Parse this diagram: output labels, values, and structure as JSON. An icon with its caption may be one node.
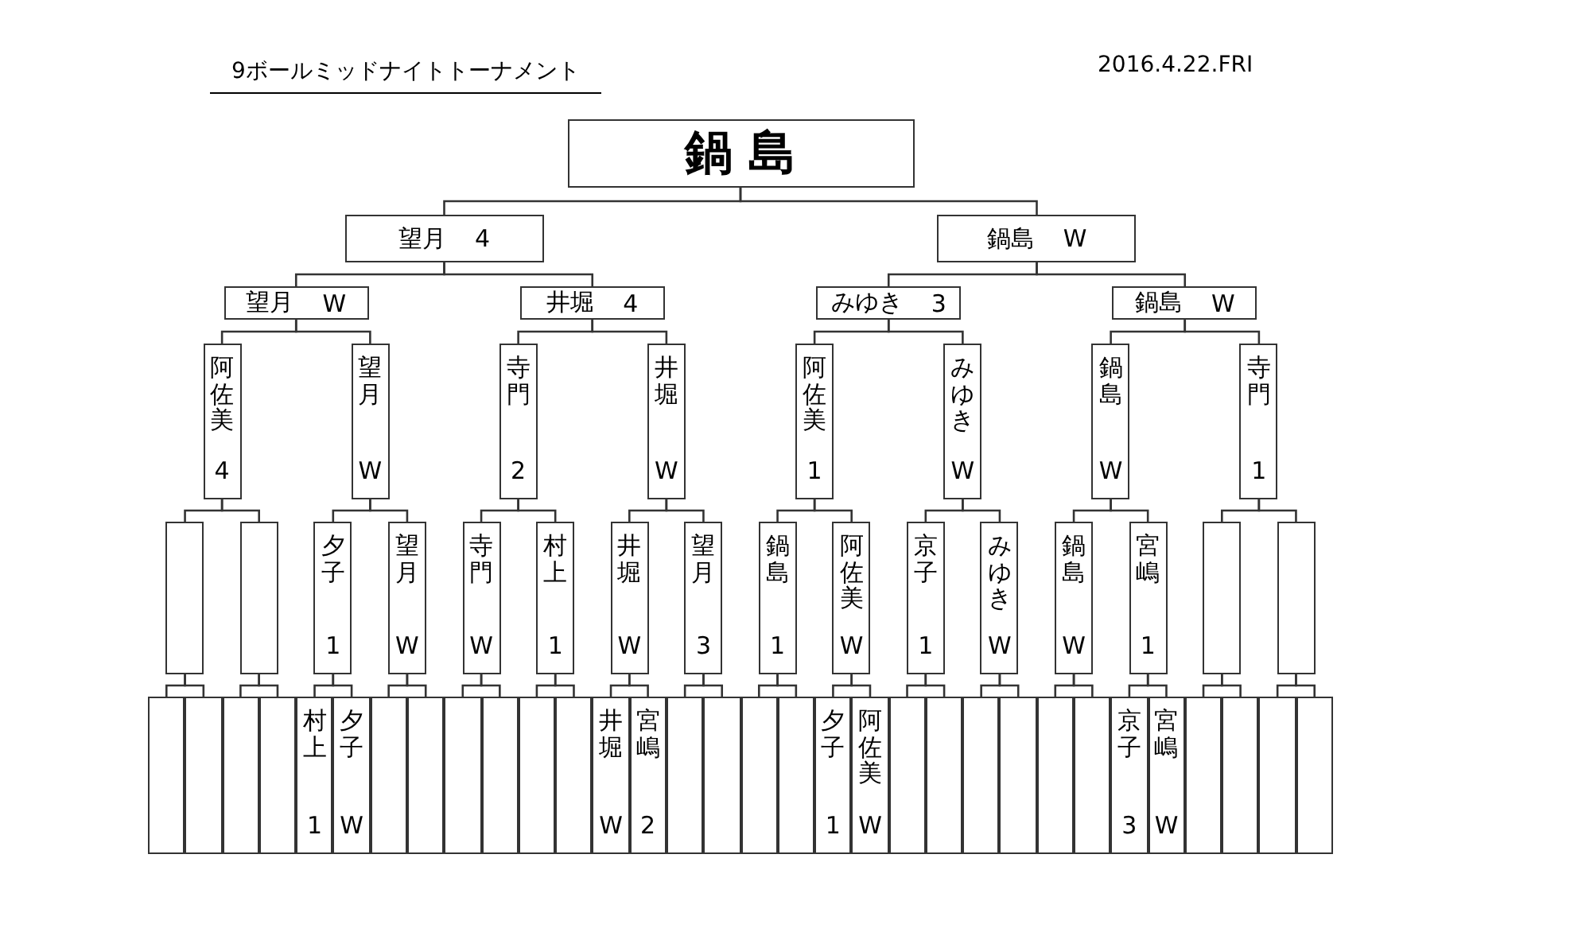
{
  "diagram": {
    "title": "9ボールミッドナイトトーナメント",
    "labels": [
      "2016.4.22.FRI"
    ],
    "nodes": [
      {
        "text": [
          "鍋 島"
        ]
      },
      {
        "text": [
          "望月",
          "4"
        ]
      },
      {
        "text": [
          "鍋島",
          "W"
        ]
      },
      {
        "text": [
          "望月",
          "W"
        ]
      },
      {
        "text": [
          "井堀",
          "4"
        ]
      },
      {
        "text": [
          "みゆき",
          "3"
        ]
      },
      {
        "text": [
          "鍋島",
          "W"
        ]
      },
      {
        "text": [
          "阿佐美",
          "4"
        ]
      },
      {
        "text": [
          "望月",
          "W"
        ]
      },
      {
        "text": [
          "寺門",
          "2"
        ]
      },
      {
        "text": [
          "井堀",
          "W"
        ]
      },
      {
        "text": [
          "阿佐美",
          "1"
        ]
      },
      {
        "text": [
          "みゆき",
          "W"
        ]
      },
      {
        "text": [
          "鍋島",
          "W"
        ]
      },
      {
        "text": [
          "寺門",
          "1"
        ]
      },
      {
        "text": [],
        "shape": "box"
      },
      {
        "text": [],
        "shape": "box"
      },
      {
        "text": [
          "夕子",
          "1"
        ]
      },
      {
        "text": [
          "望月",
          "W"
        ]
      },
      {
        "text": [
          "寺門",
          "W"
        ]
      },
      {
        "text": [
          "村上",
          "1"
        ]
      },
      {
        "text": [
          "井堀",
          "W"
        ]
      },
      {
        "text": [
          "望月",
          "3"
        ]
      },
      {
        "text": [
          "鍋島",
          "1"
        ]
      },
      {
        "text": [
          "阿佐美",
          "W"
        ]
      },
      {
        "text": [
          "京子",
          "1"
        ]
      },
      {
        "text": [
          "みゆき",
          "W"
        ]
      },
      {
        "text": [
          "鍋島",
          "W"
        ]
      },
      {
        "text": [
          "宮嶋",
          "1"
        ]
      },
      {
        "text": [],
        "shape": "box"
      },
      {
        "text": [],
        "shape": "box"
      },
      {
        "text": [],
        "shape": "box"
      },
      {
        "text": [],
        "shape": "box"
      },
      {
        "text": [],
        "shape": "box"
      },
      {
        "text": [],
        "shape": "box"
      },
      {
        "text": [
          "村上",
          "1"
        ]
      },
      {
        "text": [
          "夕子",
          "W"
        ]
      },
      {
        "text": [],
        "shape": "box"
      },
      {
        "text": [],
        "shape": "box"
      },
      {
        "text": [],
        "shape": "box"
      },
      {
        "text": [],
        "shape": "box"
      },
      {
        "text": [],
        "shape": "box"
      },
      {
        "text": [],
        "shape": "box"
      },
      {
        "text": [
          "井堀",
          "W"
        ]
      },
      {
        "text": [
          "宮嶋",
          "2"
        ]
      },
      {
        "text": [],
        "shape": "box"
      },
      {
        "text": [],
        "shape": "box"
      },
      {
        "text": [],
        "shape": "box"
      },
      {
        "text": [],
        "shape": "box"
      },
      {
        "text": [
          "夕子",
          "1"
        ]
      },
      {
        "text": [
          "阿佐美",
          "W"
        ]
      },
      {
        "text": [],
        "shape": "box"
      },
      {
        "text": [],
        "shape": "box"
      },
      {
        "text": [],
        "shape": "box"
      },
      {
        "text": [],
        "shape": "box"
      },
      {
        "text": [],
        "shape": "box"
      },
      {
        "text": [],
        "shape": "box"
      },
      {
        "text": [
          "京子",
          "3"
        ]
      },
      {
        "text": [
          "宮嶋",
          "W"
        ]
      },
      {
        "text": [],
        "shape": "box"
      },
      {
        "text": [],
        "shape": "box"
      },
      {
        "text": [],
        "shape": "box"
      },
      {
        "text": [],
        "shape": "box"
      }
    ],
    "edges": [
      {
        "from": 1,
        "to": 0,
        "arrow": "none"
      },
      {
        "from": 2,
        "to": 0,
        "arrow": "none"
      },
      {
        "from": 3,
        "to": 1,
        "arrow": "none"
      },
      {
        "from": 4,
        "to": 1,
        "arrow": "none"
      },
      {
        "from": 5,
        "to": 2,
        "arrow": "none"
      },
      {
        "from": 6,
        "to": 2,
        "arrow": "none"
      },
      {
        "from": 7,
        "to": 3,
        "arrow": "none"
      },
      {
        "from": 8,
        "to": 3,
        "arrow": "none"
      },
      {
        "from": 9,
        "to": 4,
        "arrow": "none"
      },
      {
        "from": 10,
        "to": 4,
        "arrow": "none"
      },
      {
        "from": 11,
        "to": 5,
        "arrow": "none"
      },
      {
        "from": 12,
        "to": 5,
        "arrow": "none"
      },
      {
        "from": 13,
        "to": 6,
        "arrow": "none"
      },
      {
        "from": 14,
        "to": 6,
        "arrow": "none"
      },
      {
        "from": 15,
        "to": 7,
        "arrow": "none"
      },
      {
        "from": 16,
        "to": 7,
        "arrow": "none"
      },
      {
        "from": 17,
        "to": 8,
        "arrow": "none"
      },
      {
        "from": 18,
        "to": 8,
        "arrow": "none"
      },
      {
        "from": 19,
        "to": 9,
        "arrow": "none"
      },
      {
        "from": 20,
        "to": 9,
        "arrow": "none"
      },
      {
        "from": 21,
        "to": 10,
        "arrow": "none"
      },
      {
        "from": 22,
        "to": 10,
        "arrow": "none"
      },
      {
        "from": 23,
        "to": 11,
        "arrow": "none"
      },
      {
        "from": 24,
        "to": 11,
        "arrow": "none"
      },
      {
        "from": 25,
        "to": 12,
        "arrow": "none"
      },
      {
        "from": 26,
        "to": 12,
        "arrow": "none"
      },
      {
        "from": 27,
        "to": 13,
        "arrow": "none"
      },
      {
        "from": 28,
        "to": 13,
        "arrow": "none"
      },
      {
        "from": 29,
        "to": 14,
        "arrow": "none"
      },
      {
        "from": 30,
        "to": 14,
        "arrow": "none"
      },
      {
        "from": 31,
        "to": 15,
        "arrow": "none"
      },
      {
        "from": 32,
        "to": 15,
        "arrow": "none"
      },
      {
        "from": 33,
        "to": 16,
        "arrow": "none"
      },
      {
        "from": 34,
        "to": 16,
        "arrow": "none"
      },
      {
        "from": 35,
        "to": 17,
        "arrow": "none"
      },
      {
        "from": 36,
        "to": 17,
        "arrow": "none"
      },
      {
        "from": 37,
        "to": 18,
        "arrow": "none"
      },
      {
        "from": 38,
        "to": 18,
        "arrow": "none"
      },
      {
        "from": 39,
        "to": 19,
        "arrow": "none"
      },
      {
        "from": 40,
        "to": 19,
        "arrow": "none"
      },
      {
        "from": 41,
        "to": 20,
        "arrow": "none"
      },
      {
        "from": 42,
        "to": 20,
        "arrow": "none"
      },
      {
        "from": 43,
        "to": 21,
        "arrow": "none"
      },
      {
        "from": 44,
        "to": 21,
        "arrow": "none"
      },
      {
        "from": 45,
        "to": 22,
        "arrow": "none"
      },
      {
        "from": 46,
        "to": 22,
        "arrow": "none"
      },
      {
        "from": 47,
        "to": 23,
        "arrow": "none"
      },
      {
        "from": 48,
        "to": 23,
        "arrow": "none"
      },
      {
        "from": 49,
        "to": 24,
        "arrow": "none"
      },
      {
        "from": 50,
        "to": 24,
        "arrow": "none"
      },
      {
        "from": 51,
        "to": 25,
        "arrow": "none"
      },
      {
        "from": 52,
        "to": 25,
        "arrow": "none"
      },
      {
        "from": 53,
        "to": 26,
        "arrow": "none"
      },
      {
        "from": 54,
        "to": 26,
        "arrow": "none"
      },
      {
        "from": 55,
        "to": 27,
        "arrow": "none"
      },
      {
        "from": 56,
        "to": 27,
        "arrow": "none"
      },
      {
        "from": 57,
        "to": 28,
        "arrow": "none"
      },
      {
        "from": 58,
        "to": 28,
        "arrow": "none"
      },
      {
        "from": 59,
        "to": 29,
        "arrow": "none"
      },
      {
        "from": 60,
        "to": 29,
        "arrow": "none"
      },
      {
        "from": 61,
        "to": 30,
        "arrow": "none"
      },
      {
        "from": 62,
        "to": 30,
        "arrow": "none"
      }
    ]
  }
}
